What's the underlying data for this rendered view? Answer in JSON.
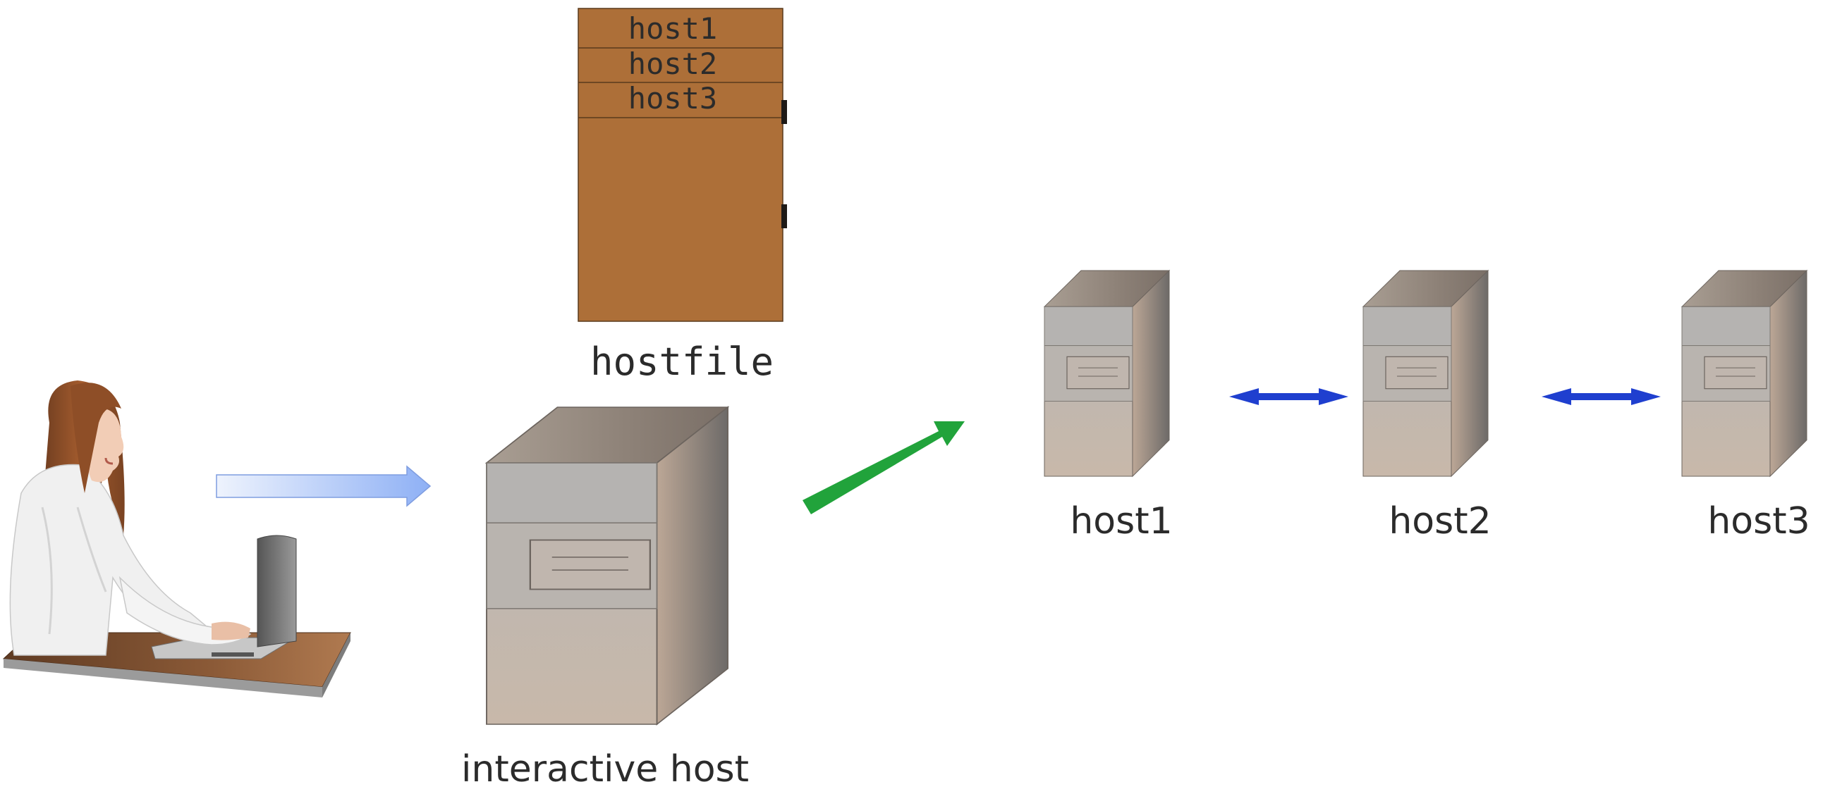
{
  "hostfile": {
    "entries": [
      "host1",
      "host2",
      "host3"
    ],
    "label": "hostfile",
    "color": "#ad6f38"
  },
  "interactive_host": {
    "label": "interactive host"
  },
  "hosts": [
    {
      "label": "host1"
    },
    {
      "label": "host2"
    },
    {
      "label": "host3"
    }
  ],
  "colors": {
    "user_arrow": "#9db9f7",
    "launch_arrow": "#21a33b",
    "link_arrow": "#1f3fcf",
    "server_front": "#c6b7ab",
    "server_bay": "#b5b3b1"
  }
}
